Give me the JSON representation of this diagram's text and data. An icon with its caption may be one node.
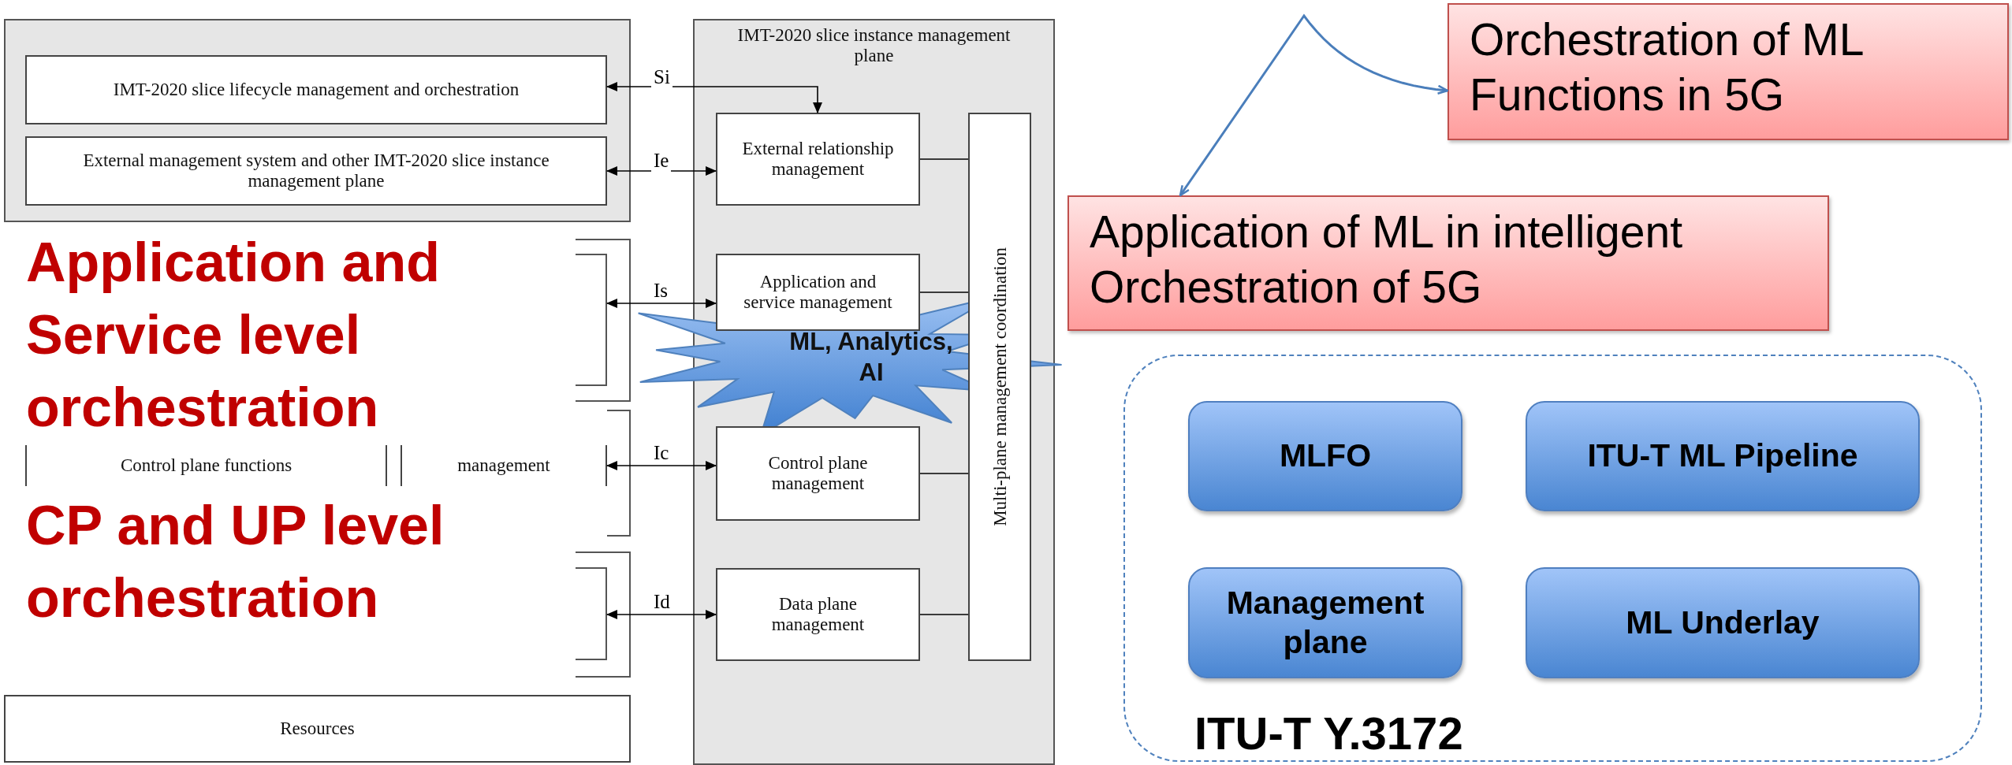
{
  "diagram": {
    "nodes": [
      {
        "text": [],
        "shape": "box"
      },
      {
        "text": [
          "IMT-2020 slice lifecycle management and orchestration"
        ],
        "in": 0
      },
      {
        "text": [
          "External management system and other IMT-2020 slice instance management plane"
        ],
        "in": 0
      },
      {
        "text": [],
        "shape": "box"
      },
      {
        "text": [],
        "shape": "box",
        "in": 3
      },
      {
        "text": [],
        "shape": "box"
      },
      {
        "text": [
          "Control plane functions"
        ]
      },
      {
        "text": [
          "management"
        ]
      },
      {
        "text": [],
        "shape": "box"
      },
      {
        "text": [],
        "shape": "box",
        "in": 8
      },
      {
        "text": [
          "Resources"
        ]
      },
      {
        "text": [
          "Application and Service level orchestration"
        ]
      },
      {
        "text": [
          "CP and UP level orchestration"
        ]
      },
      {
        "text": [
          "IMT-2020 slice instance management plane"
        ]
      },
      {
        "text": [
          "External relationship management"
        ],
        "in": 13
      },
      {
        "text": [
          "Application and service management"
        ],
        "in": 13
      },
      {
        "text": [
          "Control plane management"
        ],
        "in": 13
      },
      {
        "text": [
          "Data plane management"
        ],
        "in": 13
      },
      {
        "text": [
          "Multi-plane management coordination"
        ],
        "in": 13
      },
      {
        "text": [
          "ML, Analytics, AI"
        ]
      },
      {
        "text": [
          "Orchestration of ML Functions in 5G"
        ]
      },
      {
        "text": [
          "Application of ML in intelligent Orchestration of 5G"
        ]
      },
      {
        "text": [
          "ITU-T Y.3172"
        ]
      },
      {
        "text": [
          "MLFO"
        ],
        "in": 22
      },
      {
        "text": [
          "ITU-T ML Pipeline"
        ],
        "in": 22
      },
      {
        "text": [
          "Management plane"
        ],
        "in": 22
      },
      {
        "text": [
          "ML Underlay"
        ],
        "in": 22
      }
    ],
    "edges": [
      {
        "from": 1,
        "to": 14,
        "arrow": "both",
        "label": "Si"
      },
      {
        "from": 2,
        "to": 14,
        "arrow": "both",
        "label": "Ie"
      },
      {
        "from": 4,
        "to": 15,
        "arrow": "both",
        "label": "Is"
      },
      {
        "from": 7,
        "to": 16,
        "arrow": "both",
        "label": "Ic"
      },
      {
        "from": 9,
        "to": 17,
        "arrow": "both",
        "label": "Id"
      },
      {
        "from": 14,
        "to": 18,
        "arrow": "none"
      },
      {
        "from": 15,
        "to": 18,
        "arrow": "none"
      },
      {
        "from": 16,
        "to": 18,
        "arrow": "none"
      },
      {
        "from": 17,
        "to": 18,
        "arrow": "none"
      },
      {
        "from": 21,
        "to": 20,
        "arrow": "both",
        "color": "#4a7ebb"
      }
    ]
  }
}
